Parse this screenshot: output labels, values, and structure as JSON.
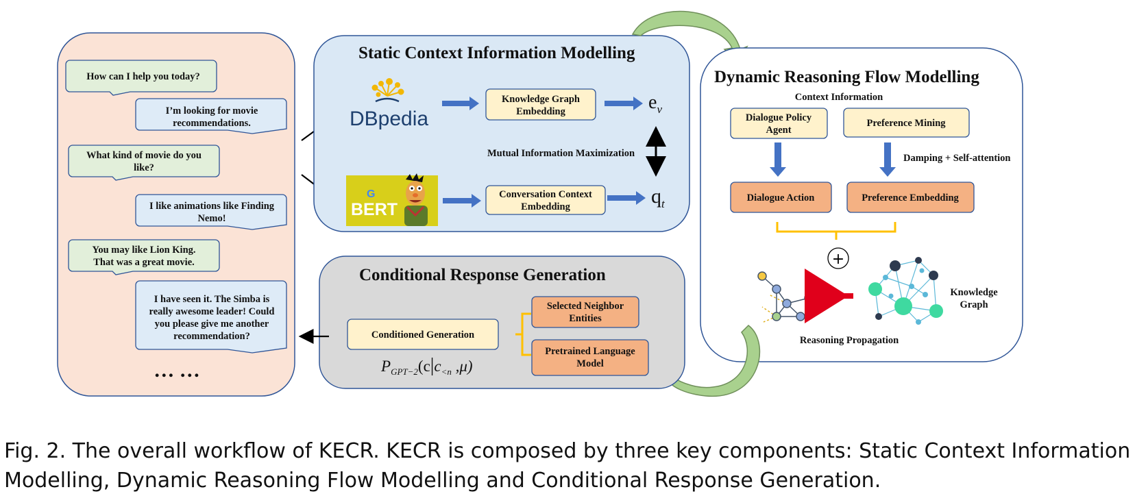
{
  "chat": {
    "messages": [
      {
        "speaker": "system",
        "lines": [
          "How can I help you today?"
        ]
      },
      {
        "speaker": "user",
        "lines": [
          "I’m looking for movie",
          "recommendations."
        ]
      },
      {
        "speaker": "system",
        "lines": [
          "What kind of movie do you",
          "like?"
        ]
      },
      {
        "speaker": "user",
        "lines": [
          "I like animations like Finding",
          "Nemo!"
        ]
      },
      {
        "speaker": "system",
        "lines": [
          "You may like Lion King.",
          "That was a great movie."
        ]
      },
      {
        "speaker": "user",
        "lines": [
          "I have seen it. The Simba is",
          "really awesome leader! Could",
          "you please give me another",
          "recommendation?"
        ]
      }
    ],
    "ellipsis": "… …"
  },
  "static": {
    "title": "Static Context Information Modelling",
    "dbpedia_logo": "DBpedia",
    "bert_logo": "BERT",
    "google_glyph": "G",
    "kg_embedding": [
      "Knowledge Graph",
      "Embedding"
    ],
    "conv_embedding": [
      "Conversation Context",
      "Embedding"
    ],
    "ev_base": "e",
    "ev_sub": "v",
    "qt_base": "q",
    "qt_sub": "t",
    "mutual_info": "Mutual Information Maximization"
  },
  "dynamic": {
    "title": "Dynamic Reasoning Flow Modelling",
    "context_info": "Context Information",
    "policy_agent": [
      "Dialogue Policy",
      "Agent"
    ],
    "preference_mining": "Preference Mining",
    "damping": "Damping + Self-attention",
    "dialogue_action": "Dialogue Action",
    "preference_embedding": "Preference Embedding",
    "plus": "+",
    "knowledge_graph": [
      "Knowledge",
      "Graph"
    ],
    "reasoning_propagation": "Reasoning Propagation"
  },
  "conditional": {
    "title": "Conditional Response Generation",
    "conditioned_generation": "Conditioned Generation",
    "neighbor_entities": [
      "Selected Neighbor",
      "Entities"
    ],
    "pretrained_lm": [
      "Pretrained Language",
      "Model"
    ],
    "formula": {
      "p": "P",
      "sub": "GPT−2",
      "open": "(c",
      "bar": "|",
      "c2": "c",
      "sub2": "<n",
      "rest": " ,μ)"
    }
  },
  "caption": {
    "line1": "Fig. 2.  The overall workflow of KECR. KECR is composed by three key components: Static Context Information",
    "line2": "Modelling, Dynamic Reasoning Flow Modelling and Conditional Response Generation."
  },
  "colors": {
    "chat_bg": "#fbe3d6",
    "static_bg": "#dae8f5",
    "cond_bg": "#d9d9d9",
    "green_bubble": "#e2efda",
    "blue_bubble": "#deebf7",
    "yellow_box": "#fff2cc",
    "orange_box": "#f4b183",
    "arrow_blue": "#4472c4",
    "brace": "#ffc000",
    "curve_arrow": "#a9d18e",
    "red_arrow": "#e0001b"
  }
}
